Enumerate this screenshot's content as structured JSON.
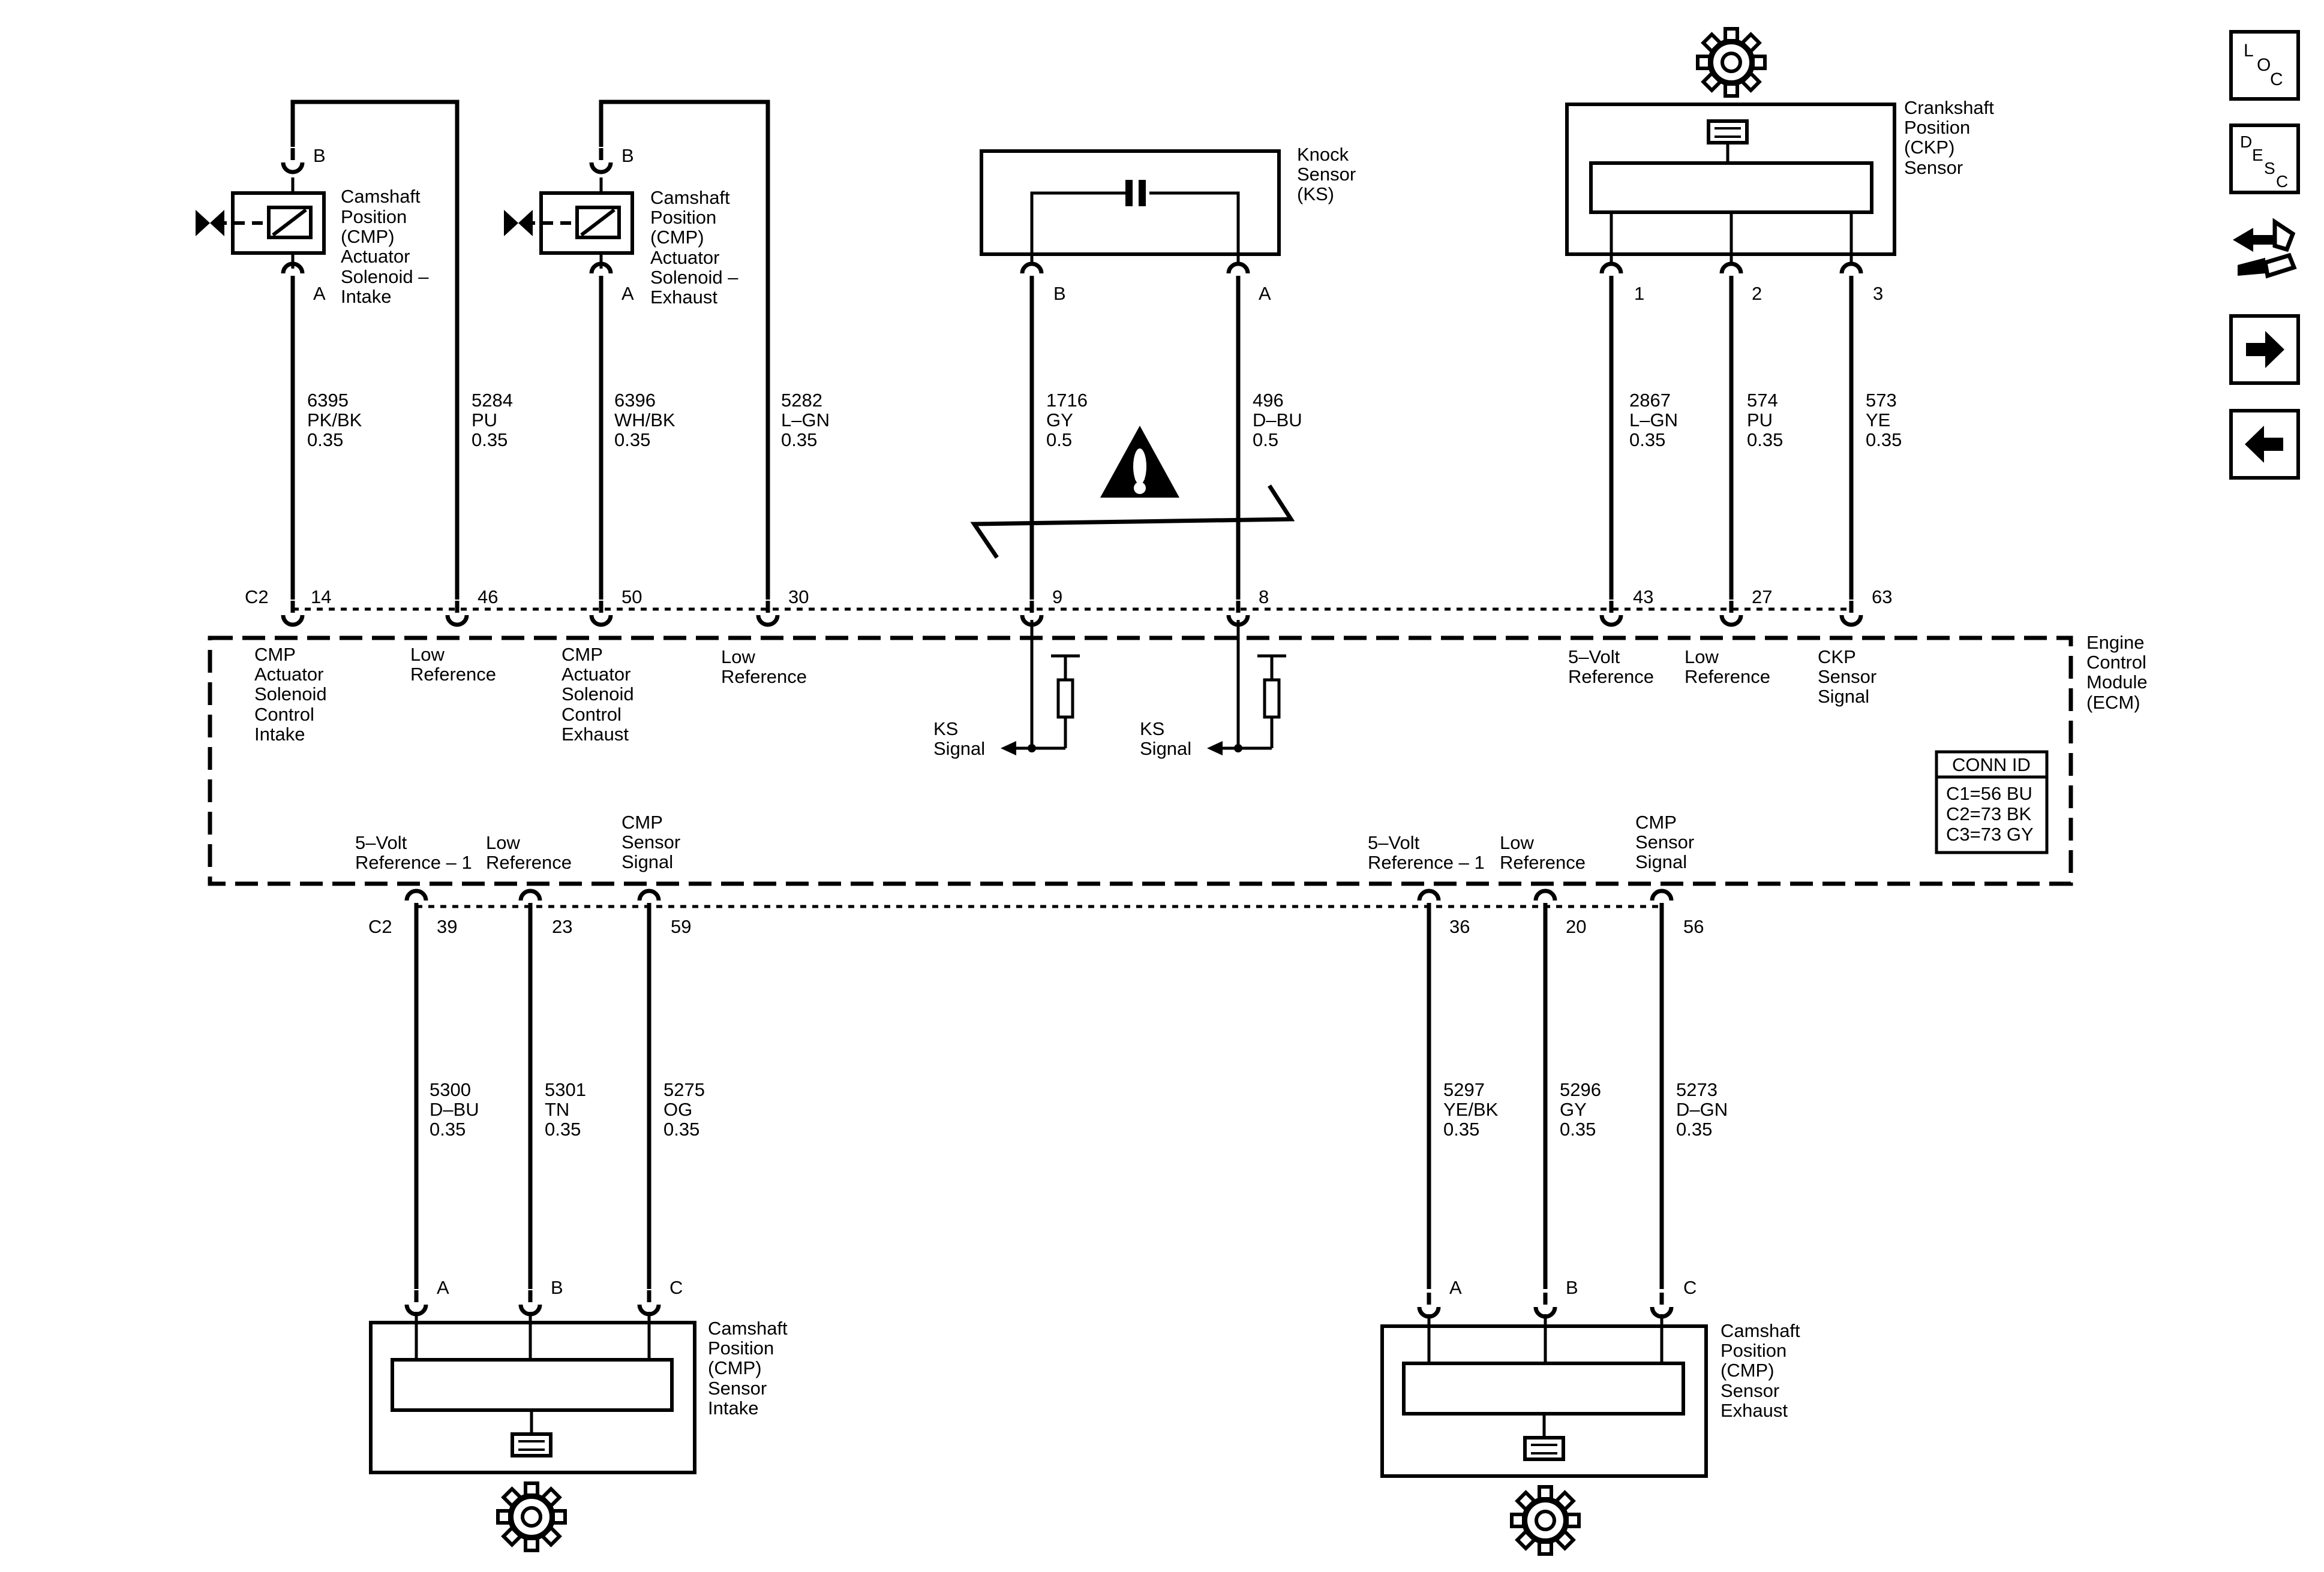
{
  "nav": {
    "loc": [
      "L",
      "O",
      "C"
    ],
    "desc": [
      "D",
      "E",
      "S",
      "C"
    ]
  },
  "cmp_actuator_intake": {
    "title": [
      "Camshaft",
      "Position",
      "(CMP)",
      "Actuator",
      "Solenoid –",
      "Intake"
    ],
    "pin_b": "B",
    "pin_a": "A"
  },
  "cmp_actuator_exhaust": {
    "title": [
      "Camshaft",
      "Position",
      "(CMP)",
      "Actuator",
      "Solenoid –",
      "Exhaust"
    ],
    "pin_b": "B",
    "pin_a": "A"
  },
  "knock_sensor": {
    "title": [
      "Knock",
      "Sensor",
      "(KS)"
    ],
    "pin_b": "B",
    "pin_a": "A"
  },
  "ckp_sensor": {
    "title": [
      "Crankshaft",
      "Position",
      "(CKP)",
      "Sensor"
    ],
    "pins": [
      "1",
      "2",
      "3"
    ]
  },
  "wires_top": [
    {
      "circuit": "6395",
      "color": "PK/BK",
      "gauge": "0.35"
    },
    {
      "circuit": "5284",
      "color": "PU",
      "gauge": "0.35"
    },
    {
      "circuit": "6396",
      "color": "WH/BK",
      "gauge": "0.35"
    },
    {
      "circuit": "5282",
      "color": "L–GN",
      "gauge": "0.35"
    },
    {
      "circuit": "1716",
      "color": "GY",
      "gauge": "0.5"
    },
    {
      "circuit": "496",
      "color": "D–BU",
      "gauge": "0.5"
    },
    {
      "circuit": "2867",
      "color": "L–GN",
      "gauge": "0.35"
    },
    {
      "circuit": "574",
      "color": "PU",
      "gauge": "0.35"
    },
    {
      "circuit": "573",
      "color": "YE",
      "gauge": "0.35"
    }
  ],
  "ecm_top_connector": "C2",
  "ecm_top_pins": [
    "14",
    "46",
    "50",
    "30",
    "9",
    "8",
    "43",
    "27",
    "63"
  ],
  "ecm_top_labels": [
    [
      "CMP",
      "Actuator",
      "Solenoid",
      "Control",
      "Intake"
    ],
    [
      "Low",
      "Reference"
    ],
    [
      "CMP",
      "Actuator",
      "Solenoid",
      "Control",
      "Exhaust"
    ],
    [
      "Low",
      "Reference"
    ],
    [
      "KS",
      "Signal"
    ],
    [
      "KS",
      "Signal"
    ],
    [
      "5–Volt",
      "Reference"
    ],
    [
      "Low",
      "Reference"
    ],
    [
      "CKP",
      "Sensor",
      "Signal"
    ]
  ],
  "ecm": {
    "title": [
      "Engine",
      "Control",
      "Module",
      "(ECM)"
    ],
    "conn_id_title": "CONN ID",
    "conn_id": [
      "C1=56 BU",
      "C2=73 BK",
      "C3=73 GY"
    ]
  },
  "ecm_bottom_labels": [
    [
      "5–Volt",
      "Reference – 1"
    ],
    [
      "Low",
      "Reference"
    ],
    [
      "CMP",
      "Sensor",
      "Signal"
    ],
    [
      "5–Volt",
      "Reference – 1"
    ],
    [
      "Low",
      "Reference"
    ],
    [
      "CMP",
      "Sensor",
      "Signal"
    ]
  ],
  "ecm_bottom_connector": "C2",
  "ecm_bottom_pins": [
    "39",
    "23",
    "59",
    "36",
    "20",
    "56"
  ],
  "wires_bottom": [
    {
      "circuit": "5300",
      "color": "D–BU",
      "gauge": "0.35"
    },
    {
      "circuit": "5301",
      "color": "TN",
      "gauge": "0.35"
    },
    {
      "circuit": "5275",
      "color": "OG",
      "gauge": "0.35"
    },
    {
      "circuit": "5297",
      "color": "YE/BK",
      "gauge": "0.35"
    },
    {
      "circuit": "5296",
      "color": "GY",
      "gauge": "0.35"
    },
    {
      "circuit": "5273",
      "color": "D–GN",
      "gauge": "0.35"
    }
  ],
  "cmp_sensor_intake": {
    "title": [
      "Camshaft",
      "Position",
      "(CMP)",
      "Sensor",
      "Intake"
    ],
    "pins": [
      "A",
      "B",
      "C"
    ]
  },
  "cmp_sensor_exhaust": {
    "title": [
      "Camshaft",
      "Position",
      "(CMP)",
      "Sensor",
      "Exhaust"
    ],
    "pins": [
      "A",
      "B",
      "C"
    ]
  },
  "icons": [
    "gear-icon",
    "warning-icon",
    "loc-icon",
    "desc-icon",
    "connector-icon",
    "arrow-right-icon",
    "arrow-left-icon"
  ]
}
